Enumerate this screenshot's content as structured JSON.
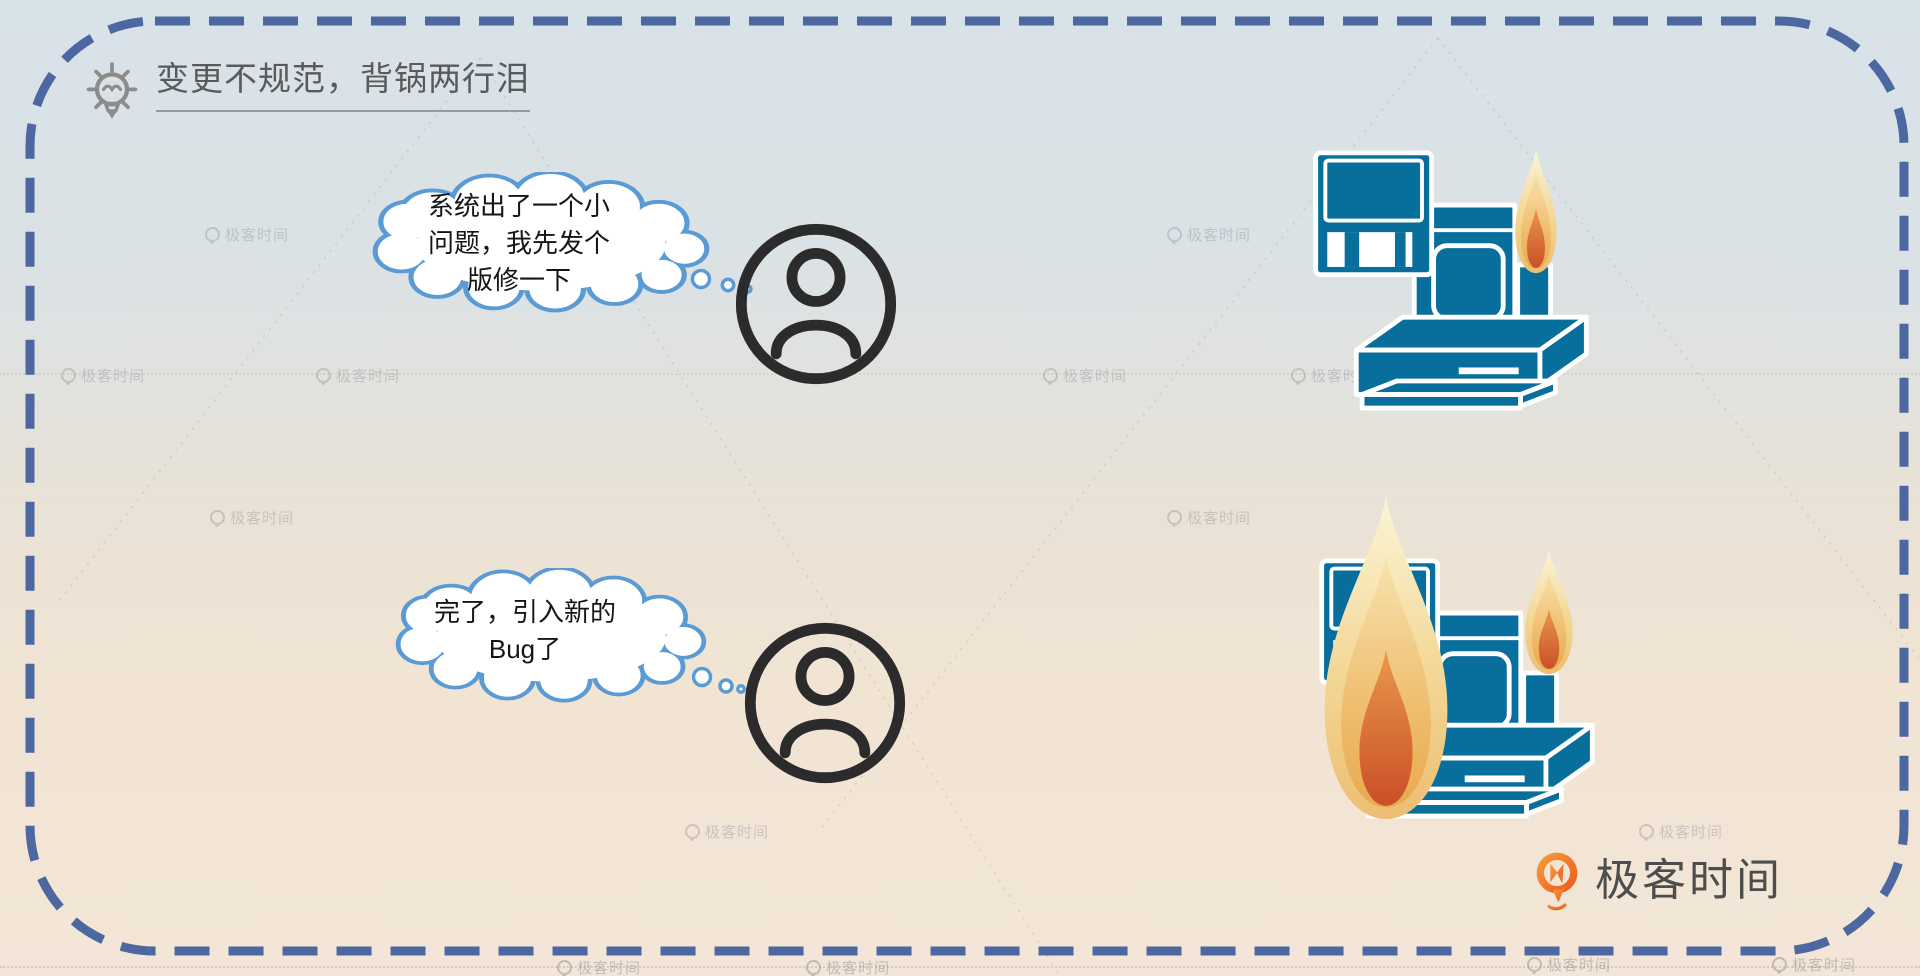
{
  "slide": {
    "title": "变更不规范，背锅两行泪",
    "thought_bubbles": [
      {
        "speaker": "developer",
        "lines": [
          "系统出了一个小",
          "问题，我先发个",
          "版修一下"
        ]
      },
      {
        "speaker": "developer",
        "lines": [
          "完了，引入新的",
          "Bug了"
        ]
      }
    ],
    "brand": {
      "logo_text": "极客时间"
    },
    "watermark_text": "极客时间",
    "icons": {
      "lightbulb-idea-icon": "gray line lightbulb with smile and rays",
      "person-icon": "dark circle with user silhouette",
      "computer-icon": "blue retro computer with floppy disk",
      "flame-icon": "orange layered flame",
      "geektime-logo-icon": "orange Q location-pin mark",
      "watermark-pin-icon": "small gray pin ring"
    },
    "colors": {
      "background_top": "#D7E2E9",
      "background_bottom": "#F3E6D8",
      "border_dash": "#4D67A0",
      "bubble_stroke": "#5B9BD5",
      "computer_blue": "#086E9B",
      "flame_outer": "#F3CE8C",
      "flame_mid": "#E9A94E",
      "flame_inner": "#CC4F27",
      "logo_orange": "#F0641E",
      "title_gray": "#5A5A5A",
      "person_dark": "#2B2B2B"
    }
  }
}
